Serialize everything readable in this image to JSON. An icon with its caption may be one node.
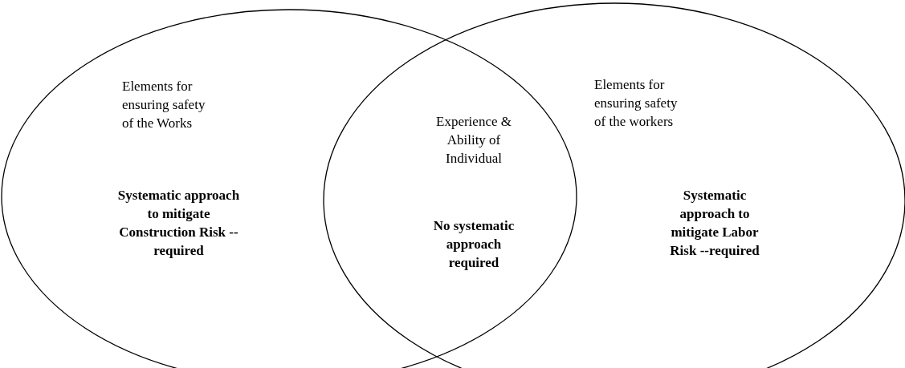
{
  "diagram": {
    "nodes": [
      {
        "text": [
          "Elements for ensuring safety of the Works",
          "Systematic approach to mitigate Construction Risk --required"
        ]
      },
      {
        "text": [
          "Elements for ensuring safety of the workers",
          "Systematic approach to mitigate Labor Risk --required"
        ]
      }
    ],
    "labels": [
      "Experience & Ability of Individual",
      "No systematic approach required"
    ]
  }
}
